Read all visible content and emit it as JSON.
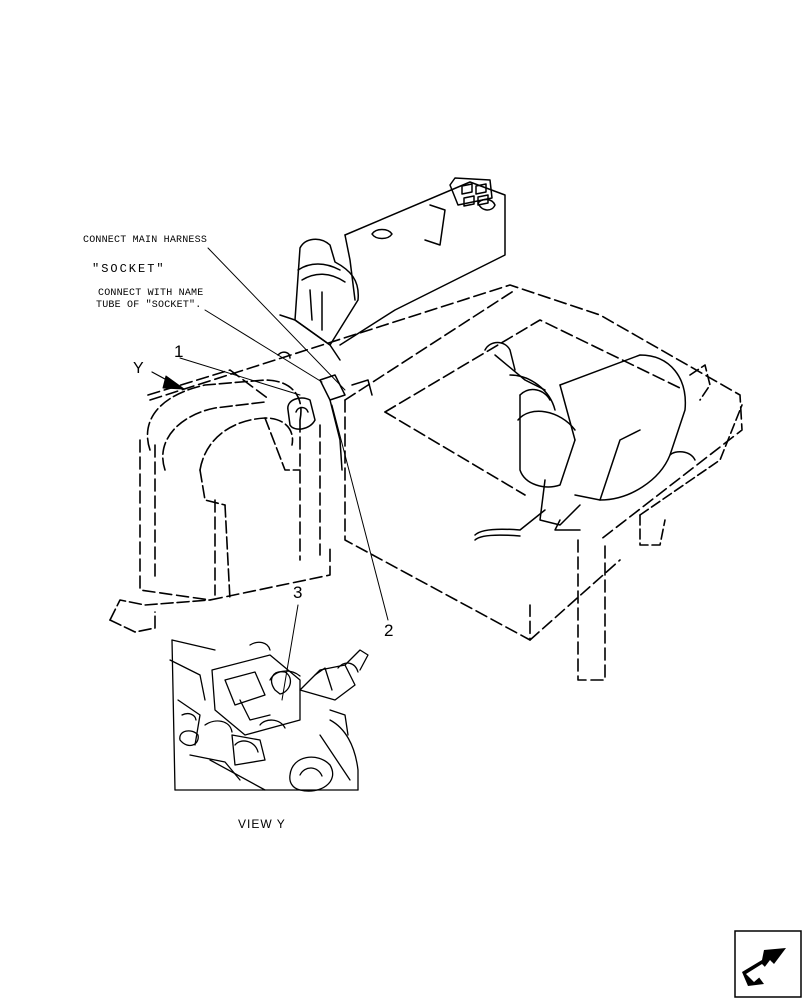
{
  "annotations": {
    "connect_main_harness": "CONNECT MAIN HARNESS",
    "socket": "\"SOCKET\"",
    "connect_name_tube_line1": "CONNECT WITH NAME",
    "connect_name_tube_line2": "TUBE OF \"SOCKET\"."
  },
  "callouts": {
    "one": "1",
    "two": "2",
    "three": "3",
    "view_arrow_letter": "Y"
  },
  "view_caption": "VIEW Y",
  "icons": {
    "navigation": "next-page-arrow-icon"
  }
}
